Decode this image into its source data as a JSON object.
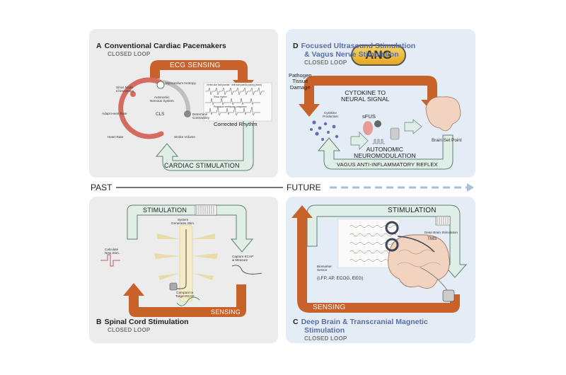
{
  "timeline": {
    "past": "PAST",
    "future": "FUTURE"
  },
  "panel_a": {
    "letter": "A",
    "title": "Conventional Cardiac Pacemakers",
    "subtitle": "CLOSED LOOP",
    "band_top": "ECG SENSING",
    "band_bottom": "CARDIAC STIMULATION",
    "labels": {
      "sinus": "Sinus Node\nChronotropy",
      "adapt": "Adapt Heart Rate",
      "heart_rate": "Heart Rate",
      "myocardium": "Myocardium Inotropy",
      "ans": "Autonomic\nNervous System",
      "cls": "CLS",
      "determine": "Determine\nContractility",
      "stroke": "Stroke Volume",
      "ecg1": "Ventricular tachycardia · anti-tachycardia pacing (burst)",
      "ecg2": "Sinus rhythm",
      "ecg3": "Premature ventricular complexes",
      "corrected": "Corrected Rhythm"
    }
  },
  "panel_d": {
    "letter": "D",
    "title_line1": "Focused Ultrasound Stimulation",
    "title_line2": "& Vagus Nerve Stimulation",
    "subtitle": "CLOSED LOOP",
    "badge": "ANG",
    "band_bottom": "VAGUS ANTI-INFLAMMATORY REFLEX",
    "labels": {
      "pathogen": "Pathogen\nTissue\nDamage",
      "cytokine_signal": "CYTOKINE TO\nNEURAL SIGNAL",
      "cytokine_prod": "Cytokine\nProduction",
      "sfus": "sFUS",
      "autonomic": "AUTONOMIC\nNEUROMODULATION",
      "brain_set": "Brain Set Point"
    }
  },
  "panel_b": {
    "letter": "B",
    "title": "Spinal Cord Stimulation",
    "subtitle": "CLOSED LOOP",
    "band_top": "STIMULATION",
    "band_bottom": "SENSING",
    "labels": {
      "system": "System\nGenerates Stim.",
      "calculate": "Calculate\nNew Stim.",
      "capture": "Capture ECAP\n& Measure",
      "compare": "Compare to\nTarget ECAP"
    }
  },
  "panel_c": {
    "letter": "C",
    "title_line1": "Deep Brain & Transcranial Magnetic",
    "title_line2": "Stimulation",
    "subtitle": "CLOSED LOOP",
    "band_top": "STIMULATION",
    "band_bottom": "SENSING",
    "labels": {
      "dbs": "Deep Brain Stimulation",
      "tms": "TMS",
      "biomarker": "Biomarker\nSensor",
      "modalities": "(LFP, AP, ECOG, EEG)"
    }
  },
  "colors": {
    "orange": "#c8612a",
    "mint": "#dfeee6",
    "mint_stroke": "#5f7f71",
    "title_blue": "#5a6fa8",
    "arrow_blue": "#a9bfd9"
  }
}
